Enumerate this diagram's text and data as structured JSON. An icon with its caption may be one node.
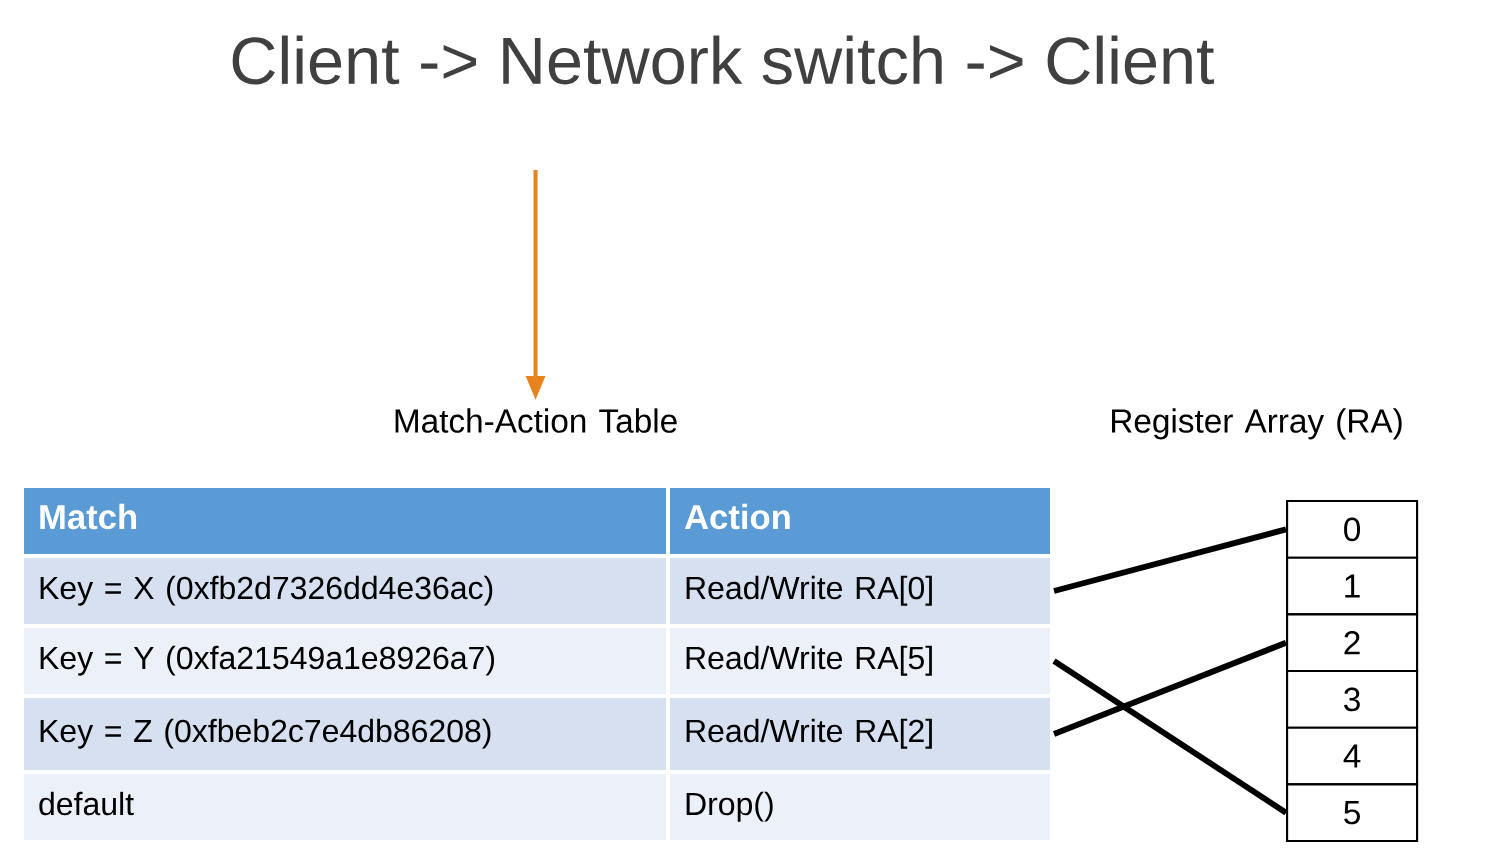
{
  "diagram": {
    "title": "Client -> Network switch -> Client",
    "nodes": [
      {
        "text": [
          "Match-Action Table"
        ]
      },
      {
        "text": [
          "Match"
        ]
      },
      {
        "text": [
          "Action"
        ]
      },
      {
        "text": [
          "Key = X (0xfb2d7326dd4e36ac)"
        ]
      },
      {
        "text": [
          "Read/Write RA[0]"
        ]
      },
      {
        "text": [
          "Key = Y (0xfa21549a1e8926a7)"
        ]
      },
      {
        "text": [
          "Read/Write RA[5]"
        ]
      },
      {
        "text": [
          "Key = Z (0xfbeb2c7e4db86208)"
        ]
      },
      {
        "text": [
          "Read/Write RA[2]"
        ]
      },
      {
        "text": [
          "default"
        ]
      },
      {
        "text": [
          "Drop()"
        ]
      },
      {
        "text": [
          "Register Array (RA)"
        ]
      },
      {
        "text": [
          "0"
        ]
      },
      {
        "text": [
          "1"
        ]
      },
      {
        "text": [
          "2"
        ]
      },
      {
        "text": [
          "3"
        ]
      },
      {
        "text": [
          "4"
        ]
      },
      {
        "text": [
          "5"
        ]
      }
    ],
    "edges": [
      {
        "from": null,
        "to": 0,
        "arrow": "to",
        "color": "#e8821e"
      },
      {
        "from": 4,
        "to": 12,
        "arrow": "none"
      },
      {
        "from": 6,
        "to": 17,
        "arrow": "none"
      },
      {
        "from": 8,
        "to": 14,
        "arrow": "none"
      }
    ]
  }
}
